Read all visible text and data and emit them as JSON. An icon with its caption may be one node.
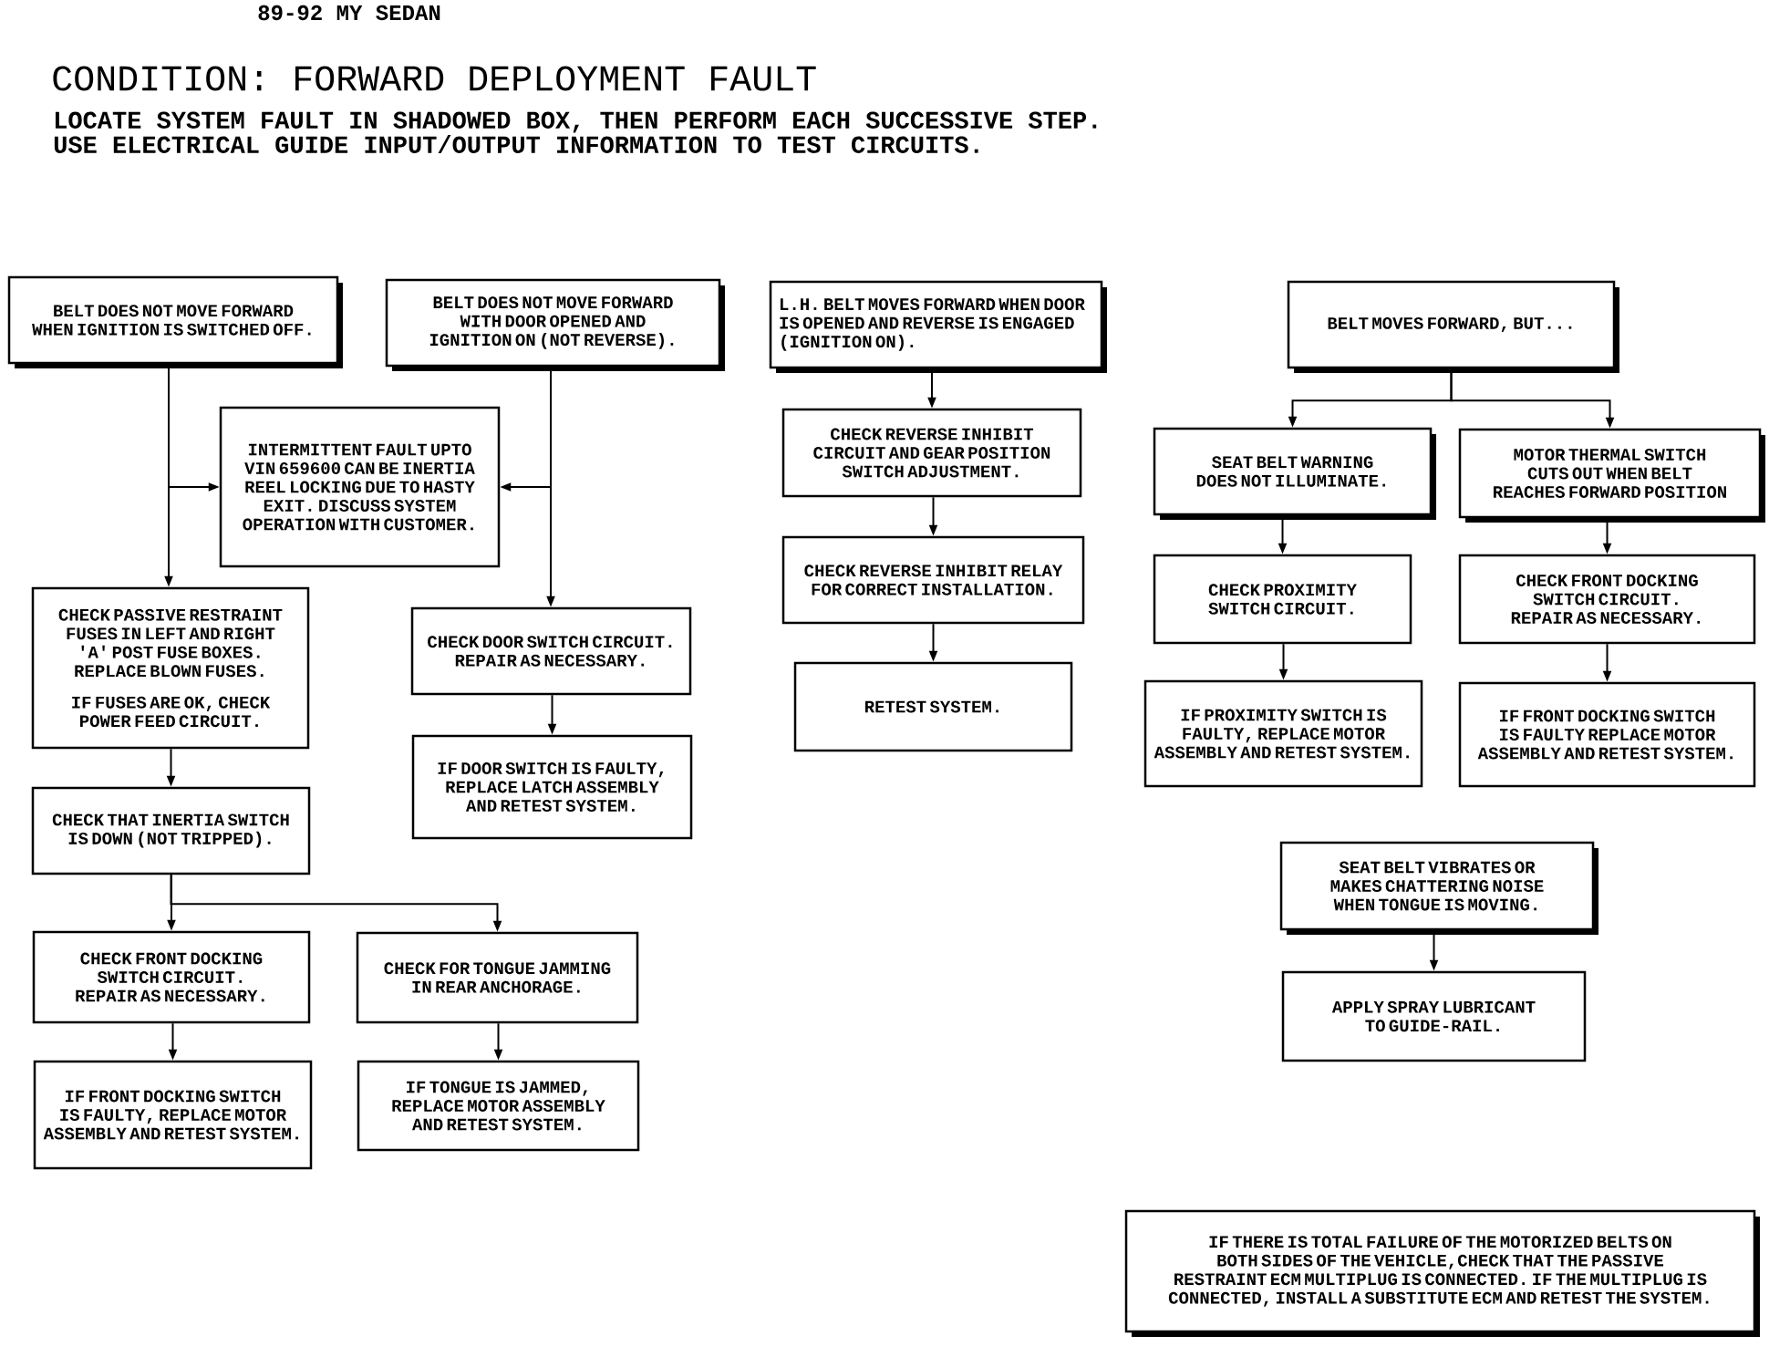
{
  "diagram": {
    "title": "CONDITION:  FORWARD DEPLOYMENT FAULT",
    "nodes": [
      {
        "text": [
          "BELT DOES NOT MOVE FORWARD WHEN IGNITION IS SWITCHED OFF."
        ]
      },
      {
        "text": [
          "BELT DOES NOT MOVE FORWARD WITH DOOR OPENED AND IGNITION ON (NOT REVERSE)."
        ]
      },
      {
        "text": [
          "L.H. BELT MOVES FORWARD WHEN DOOR IS OPENED AND REVERSE IS ENGAGED (IGNITION ON)."
        ]
      },
      {
        "text": [
          "BELT MOVES FORWARD, BUT..."
        ]
      },
      {
        "text": [
          "INTERMITTENT FAULT UPTO VIN 659600 CAN BE INERTIA REEL LOCKING DUE TO HASTY EXIT. DISCUSS SYSTEM OPERATION WITH CUSTOMER."
        ]
      },
      {
        "text": [
          "CHECK PASSIVE RESTRAINT FUSES IN LEFT AND RIGHT 'A' POST FUSE BOXES. REPLACE BLOWN FUSES.",
          "IF FUSES ARE OK, CHECK POWER FEED CIRCUIT."
        ]
      },
      {
        "text": [
          "CHECK THAT INERTIA SWITCH IS DOWN (NOT TRIPPED)."
        ]
      },
      {
        "text": [
          "CHECK FRONT DOCKING SWITCH CIRCUIT. REPAIR AS NECESSARY."
        ]
      },
      {
        "text": [
          "IF FRONT DOCKING SWITCH IS FAULTY, REPLACE MOTOR ASSEMBLY AND RETEST SYSTEM."
        ]
      },
      {
        "text": [
          "CHECK FOR TONGUE JAMMING IN REAR ANCHORAGE."
        ]
      },
      {
        "text": [
          "IF TONGUE IS JAMMED, REPLACE MOTOR ASSEMBLY AND RETEST SYSTEM."
        ]
      },
      {
        "text": [
          "CHECK DOOR SWITCH CIRCUIT. REPAIR AS NECESSARY."
        ]
      },
      {
        "text": [
          "IF DOOR SWITCH IS FAULTY, REPLACE LATCH ASSEMBLY AND RETEST SYSTEM."
        ]
      },
      {
        "text": [
          "CHECK REVERSE INHIBIT CIRCUIT AND GEAR POSITION SWITCH ADJUSTMENT."
        ]
      },
      {
        "text": [
          "CHECK REVERSE INHIBIT RELAY FOR CORRECT INSTALLATION."
        ]
      },
      {
        "text": [
          "RETEST SYSTEM."
        ]
      },
      {
        "text": [
          "SEAT BELT WARNING DOES NOT ILLUMINATE."
        ]
      },
      {
        "text": [
          "MOTOR THERMAL SWITCH CUTS OUT WHEN BELT REACHES FORWARD POSITION"
        ]
      },
      {
        "text": [
          "CHECK PROXIMITY SWITCH CIRCUIT."
        ]
      },
      {
        "text": [
          "IF PROXIMITY SWITCH IS FAULTY, REPLACE MOTOR ASSEMBLY AND RETEST SYSTEM."
        ]
      },
      {
        "text": [
          "CHECK FRONT DOCKING SWITCH CIRCUIT. REPAIR AS NECESSARY."
        ]
      },
      {
        "text": [
          "IF FRONT DOCKING SWITCH IS FAULTY REPLACE MOTOR ASSEMBLY AND RETEST SYSTEM."
        ]
      },
      {
        "text": [
          "SEAT BELT VIBRATES OR MAKES CHATTERING NOISE WHEN TONGUE IS MOVING."
        ]
      },
      {
        "text": [
          "APPLY SPRAY LUBRICANT TO GUIDE-RAIL."
        ]
      },
      {
        "text": [
          "IF THERE IS TOTAL FAILURE OF THE MOTORIZED BELTS ON BOTH SIDES OF THE VEHICLE,CHECK THAT THE PASSIVE RESTRAINT ECM MULTIPLUG IS CONNECTED. IF THE MULTIPLUG IS CONNECTED, INSTALL A SUBSTITUTE ECM AND RETEST THE SYSTEM."
        ]
      }
    ],
    "edges": [
      {
        "from": 0,
        "to": 5,
        "arrow": "to"
      },
      {
        "from": 0,
        "to": 4,
        "arrow": "to"
      },
      {
        "from": 1,
        "to": 4,
        "arrow": "to"
      },
      {
        "from": 1,
        "to": 11,
        "arrow": "to"
      },
      {
        "from": 5,
        "to": 6,
        "arrow": "to"
      },
      {
        "from": 6,
        "to": 7,
        "arrow": "to"
      },
      {
        "from": 6,
        "to": 9,
        "arrow": "to"
      },
      {
        "from": 7,
        "to": 8,
        "arrow": "to"
      },
      {
        "from": 9,
        "to": 10,
        "arrow": "to"
      },
      {
        "from": 11,
        "to": 12,
        "arrow": "to"
      },
      {
        "from": 2,
        "to": 13,
        "arrow": "to"
      },
      {
        "from": 13,
        "to": 14,
        "arrow": "to"
      },
      {
        "from": 14,
        "to": 15,
        "arrow": "to"
      },
      {
        "from": 3,
        "to": 16,
        "arrow": "to"
      },
      {
        "from": 3,
        "to": 17,
        "arrow": "to"
      },
      {
        "from": 16,
        "to": 18,
        "arrow": "to"
      },
      {
        "from": 18,
        "to": 19,
        "arrow": "to"
      },
      {
        "from": 17,
        "to": 20,
        "arrow": "to"
      },
      {
        "from": 20,
        "to": 21,
        "arrow": "to"
      },
      {
        "from": 22,
        "to": 23,
        "arrow": "to"
      }
    ],
    "labels": [
      "89-92 MY SEDAN",
      "LOCATE SYSTEM FAULT IN SHADOWED BOX, THEN PERFORM EACH SUCCESSIVE STEP.",
      "USE ELECTRICAL GUIDE INPUT/OUTPUT INFORMATION TO TEST CIRCUITS."
    ]
  }
}
